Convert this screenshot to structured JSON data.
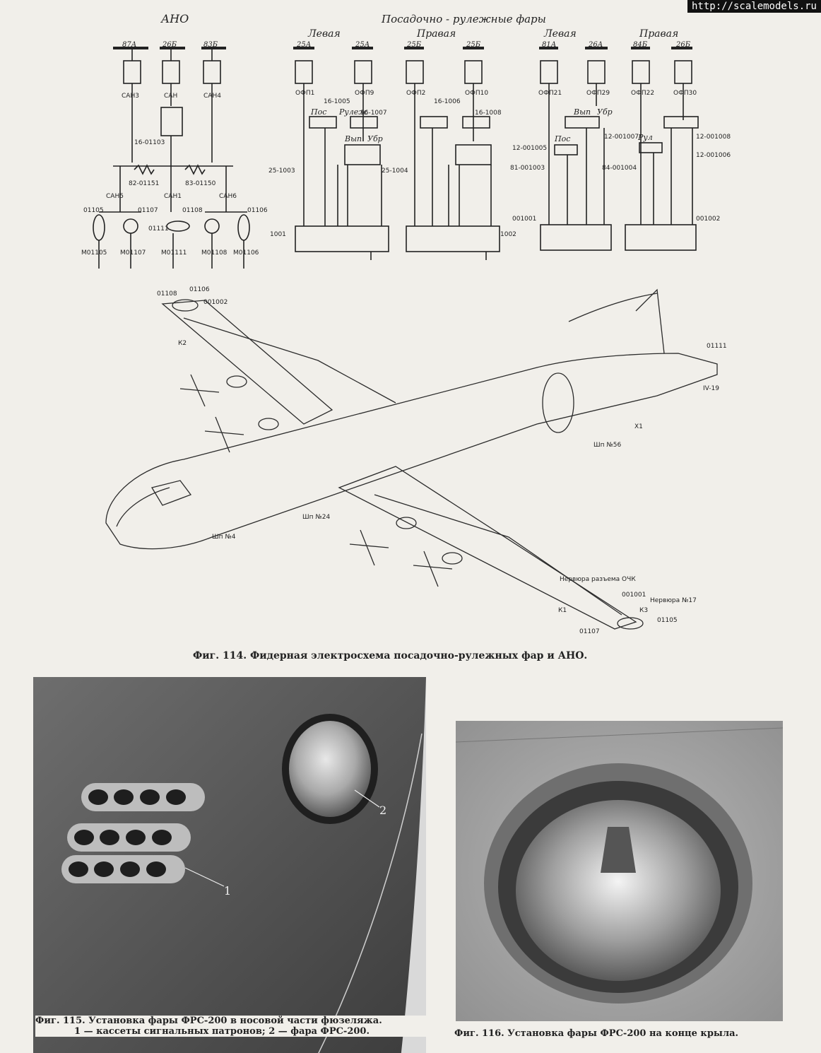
{
  "watermark": "http://scalemodels.ru",
  "diagram": {
    "ano_title": "АНО",
    "lights_title": "Посадочно - рулежные фары",
    "left": "Левая",
    "right": "Правая",
    "fuses_ano": [
      "87А",
      "26Б",
      "83Б"
    ],
    "fuses_block1": [
      "25А",
      "25А",
      "25Б",
      "25Б"
    ],
    "fuses_block2": [
      "81А",
      "26А",
      "84Б",
      "26Б"
    ],
    "ano_labels": [
      "САН3",
      "САН",
      "САН4",
      "16-01103",
      "82-01151",
      "83-01150",
      "САН5",
      "САН1",
      "САН6",
      "01105",
      "01107",
      "01108",
      "01106",
      "01111",
      "М01105",
      "М01107",
      "М01111",
      "М01108",
      "М01106"
    ],
    "block1_labels": [
      "ОФП1",
      "ОФП9",
      "ОФП2",
      "ОФП10",
      "16-1005",
      "16-1006",
      "16-1007",
      "16-1008",
      "Пос",
      "Рулеж",
      "Вып",
      "Убр",
      "25-1003",
      "25-1004",
      "1001",
      "1002"
    ],
    "block2_labels": [
      "ОФП21",
      "ОФП29",
      "ОФП22",
      "ОФП30",
      "Вып",
      "Убр",
      "Пос",
      "Рул",
      "12-001005",
      "12-001007",
      "12-001008",
      "12-001006",
      "81-001003",
      "84-001004",
      "001001",
      "001002"
    ],
    "aircraft_labels": [
      "01108",
      "01106",
      "001002",
      "Нервюра разъема ОЧК",
      "Нервюра №17",
      "001001",
      "01107",
      "01105",
      "Шп №56",
      "Шп №4",
      "Шп №24",
      "01111",
      "IV-19",
      "К1",
      "К2",
      "К3",
      "Х1"
    ]
  },
  "captions": {
    "fig114": "Фиг. 114. Фидерная электросхема посадочно-рулежных фар и АНО.",
    "fig115_line1": "Фиг. 115. Установка фары ФРС-200 в носовой части фюзеляжа.",
    "fig115_line2": "1 — кассеты сигнальных патронов; 2 — фара ФРС-200.",
    "fig116": "Фиг. 116. Установка фары ФРС-200 на конце крыла."
  },
  "photo_labels": {
    "one": "1",
    "two": "2"
  }
}
